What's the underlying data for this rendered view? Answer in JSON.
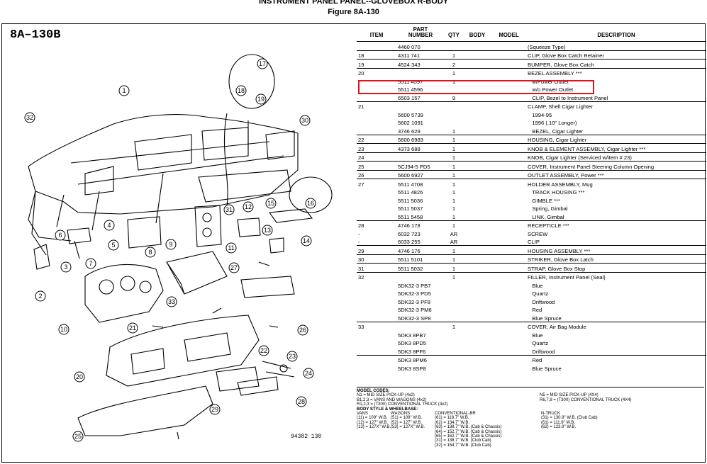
{
  "header": {
    "title": "INSTRUMENT PANEL PANEL--GLOVEBOX R-BODY",
    "subtitle": "Figure  8A-130"
  },
  "figure": {
    "id": "8A–130B",
    "ref": "94382  130",
    "callouts": [
      "1",
      "2",
      "3",
      "4",
      "5",
      "6",
      "7",
      "8",
      "9",
      "10",
      "11",
      "12",
      "13",
      "14",
      "15",
      "16",
      "17",
      "18",
      "19",
      "20",
      "21",
      "22",
      "23",
      "24",
      "25",
      "26",
      "27",
      "28",
      "29",
      "30",
      "31",
      "32",
      "33"
    ]
  },
  "table": {
    "headers": {
      "item": "ITEM",
      "part": "PART\nNUMBER",
      "qty": "QTY",
      "body": "BODY",
      "model": "MODEL",
      "desc": "DESCRIPTION"
    },
    "rows": [
      {
        "item": "",
        "part": "4460 070",
        "qty": "",
        "desc": "(Squeeze Type)",
        "sep": true
      },
      {
        "item": "18",
        "part": "4311 741",
        "qty": "1",
        "desc": "CLIP, Glove Box Catch Retainer",
        "sep": true
      },
      {
        "item": "19",
        "part": "4524 343",
        "qty": "2",
        "desc": "BUMPER, Glove Box Catch",
        "sep": true
      },
      {
        "item": "20",
        "part": "",
        "qty": "1",
        "desc": "BEZEL ASSEMBLY ***",
        "sep": true
      },
      {
        "item": "",
        "part": "5511 4597",
        "qty": "1",
        "desc": "   w/Power Outlet",
        "sep": false
      },
      {
        "item": "",
        "part": "5511 4596",
        "qty": "",
        "desc": "   w/o Power Outlet",
        "sep": false
      },
      {
        "item": "",
        "part": "6503 157",
        "qty": "9",
        "desc": "   CLIP, Bezel to Instrument Panel",
        "sep": false
      },
      {
        "item": "21",
        "part": "",
        "qty": "",
        "desc": "CLAMP, Shell Cigar Lighter",
        "sep": true
      },
      {
        "item": "",
        "part": "5600 5739",
        "qty": "",
        "desc": "   1994-95",
        "sep": false
      },
      {
        "item": "",
        "part": "5602 1091",
        "qty": "",
        "desc": "   1996 (.10\" Longer)",
        "sep": false
      },
      {
        "item": "",
        "part": "3746 629",
        "qty": "1",
        "desc": "   BEZEL, Cigar Lighter",
        "sep": false
      },
      {
        "item": "22",
        "part": "5600 6983",
        "qty": "1",
        "desc": "HOUSING, Cigar Lighter",
        "sep": true
      },
      {
        "item": "23",
        "part": "4373 688",
        "qty": "1",
        "desc": "KNOB & ELEMENT ASSEMBLY, Cigar Lighter ***",
        "sep": true
      },
      {
        "item": "24",
        "part": "",
        "qty": "1",
        "desc": "KNOB, Cigar Lighter (Serviced w/item # 23)",
        "sep": true
      },
      {
        "item": "25",
        "part": "5CJ94-5 PD5",
        "qty": "1",
        "desc": "COVER, Instrument Panel Steering Column Opening",
        "sep": true
      },
      {
        "item": "26",
        "part": "5600 6927",
        "qty": "1",
        "desc": "OUTLET ASSEMBLY, Power ***",
        "sep": true
      },
      {
        "item": "27",
        "part": "5511 4708",
        "qty": "1",
        "desc": "HOLDER ASSEMBLY, Mug",
        "sep": true
      },
      {
        "item": "",
        "part": "5511 4826",
        "qty": "1",
        "desc": "   TRACK HOUSING ***",
        "sep": false
      },
      {
        "item": "",
        "part": "5511 5036",
        "qty": "1",
        "desc": "   GIMBLE ***",
        "sep": false
      },
      {
        "item": "",
        "part": "5511 5037",
        "qty": "1",
        "desc": "   Spring, Gimbal",
        "sep": false
      },
      {
        "item": "",
        "part": "5511 5458",
        "qty": "1",
        "desc": "   LINK, Gimbal",
        "sep": false
      },
      {
        "item": "28",
        "part": "4746 178",
        "qty": "1",
        "desc": "RECEPTICLE ***",
        "sep": true
      },
      {
        "item": "-",
        "part": "6032 723",
        "qty": "AR",
        "desc": "SCREW",
        "sep": false
      },
      {
        "item": "-",
        "part": "6033 255",
        "qty": "AR",
        "desc": "CLIP",
        "sep": false
      },
      {
        "item": "29",
        "part": "4746 176",
        "qty": "1",
        "desc": "HOUSING ASSEMBLY ***",
        "sep": true
      },
      {
        "item": "30",
        "part": "5511 5101",
        "qty": "1",
        "desc": "STRIKER, Glove Box Latch",
        "sep": true
      },
      {
        "item": "31",
        "part": "5511 5032",
        "qty": "1",
        "desc": "STRAP, Glove Box Stop",
        "sep": true
      },
      {
        "item": "32",
        "part": "",
        "qty": "1",
        "desc": "FILLER, Instrument Panel (Seal)",
        "sep": true
      },
      {
        "item": "",
        "part": "5DK32-3 PB7",
        "qty": "",
        "desc": "   Blue",
        "sep": false
      },
      {
        "item": "",
        "part": "5DK32-3 PD5",
        "qty": "",
        "desc": "   Quartz",
        "sep": false
      },
      {
        "item": "",
        "part": "5DK32-3 PF8",
        "qty": "",
        "desc": "   Driftwood",
        "sep": false
      },
      {
        "item": "",
        "part": "5DK32-3 PM6",
        "qty": "",
        "desc": "   Red",
        "sep": false
      },
      {
        "item": "",
        "part": "5DK32-3 SP8",
        "qty": "",
        "desc": "   Blue Spruce",
        "sep": false
      },
      {
        "item": "33",
        "part": "",
        "qty": "1",
        "desc": "COVER, Air Bag Module",
        "sep": true
      },
      {
        "item": "",
        "part": "5DK3 8PB7",
        "qty": "",
        "desc": "   Blue",
        "sep": false
      },
      {
        "item": "",
        "part": "5DK3 8PD5",
        "qty": "",
        "desc": "   Quartz",
        "sep": false
      },
      {
        "item": "",
        "part": "5DK3 8PF6",
        "qty": "",
        "desc": "   Driftwood",
        "sep": false
      },
      {
        "item": "",
        "part": "5DK3 8PM6",
        "qty": "",
        "desc": "   Red",
        "sep": true
      },
      {
        "item": "",
        "part": "5DK3 8SP8",
        "qty": "",
        "desc": "   Blue Spruce",
        "sep": false
      }
    ]
  },
  "model_codes": {
    "heading": "MODEL CODES:",
    "rows": [
      [
        "N1 = MID SIZE PICK-UP (4x2)",
        "N5 = MID SIZE PICK-UP (4X4)"
      ],
      [
        "B1,2,3 = VANS AND WAGONS (4x2)",
        "R6,7,8 = (T300) CONVENTIONAL TRUCK (4X4)"
      ],
      [
        "R1,2,3 = (T300) CONVENTIONAL TRUCK (4x2)",
        ""
      ]
    ],
    "body_heading": "BODY STYLE & WHEELBASE:",
    "body_cols": [
      "VANS",
      "WAGONS",
      "CONVENTIONAL-BR",
      "N-TRUCK"
    ],
    "body_rows": [
      [
        "(11) = 109\" W.B.",
        "(51) = 109\" W.B.",
        "(61) = 118.7\" W.B.",
        "(31) = 130.9\" W.B. (Club Cab)"
      ],
      [
        "(12) = 127\" W.B.",
        "(52) = 127\" W.B.",
        "(62) = 134.7\" W.B.",
        "(61) = 111.9\" W.B."
      ],
      [
        "(13) = 127X\" W.B.",
        "(53) = 127X\" W.B.",
        "(63) = 138.7\" W.B. (Cab & Chassis)",
        "(62) = 123.9\" W.B."
      ],
      [
        "",
        "",
        "(64) = 152.7\" W.B. (Cab & Chassis)",
        ""
      ],
      [
        "",
        "",
        "(65) = 162.7\" W.B. (Cab & Chassis)",
        ""
      ],
      [
        "",
        "",
        "(31) = 138.7\" W.B. (Club Cab)",
        ""
      ],
      [
        "",
        "",
        "(32) = 154.7\" W.B. (Club Cab)",
        ""
      ]
    ]
  }
}
